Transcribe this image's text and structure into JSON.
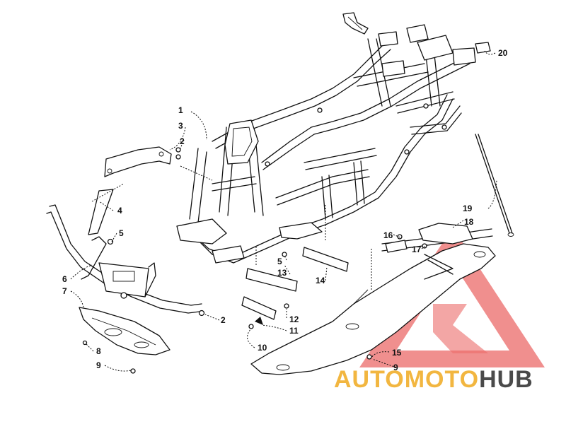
{
  "diagram": {
    "callouts": [
      {
        "id": "c1",
        "text": "1"
      },
      {
        "id": "c2a",
        "text": "2"
      },
      {
        "id": "c2b",
        "text": "2"
      },
      {
        "id": "c3",
        "text": "3"
      },
      {
        "id": "c4",
        "text": "4"
      },
      {
        "id": "c5a",
        "text": "5"
      },
      {
        "id": "c5b",
        "text": "5"
      },
      {
        "id": "c6",
        "text": "6"
      },
      {
        "id": "c7",
        "text": "7"
      },
      {
        "id": "c8",
        "text": "8"
      },
      {
        "id": "c9a",
        "text": "9"
      },
      {
        "id": "c9b",
        "text": "9"
      },
      {
        "id": "c10",
        "text": "10"
      },
      {
        "id": "c11",
        "text": "11"
      },
      {
        "id": "c12",
        "text": "12"
      },
      {
        "id": "c13",
        "text": "13"
      },
      {
        "id": "c14",
        "text": "14"
      },
      {
        "id": "c15",
        "text": "15"
      },
      {
        "id": "c16",
        "text": "16"
      },
      {
        "id": "c17",
        "text": "17"
      },
      {
        "id": "c18",
        "text": "18"
      },
      {
        "id": "c19",
        "text": "19"
      },
      {
        "id": "c20",
        "text": "20"
      }
    ]
  },
  "watermark": {
    "brand_part1": "AUTOMOTO",
    "brand_part2": "HUB",
    "color_primary": "#e8504f",
    "color_secondary": "#f2b640",
    "color_dark": "#4a4a4a"
  }
}
